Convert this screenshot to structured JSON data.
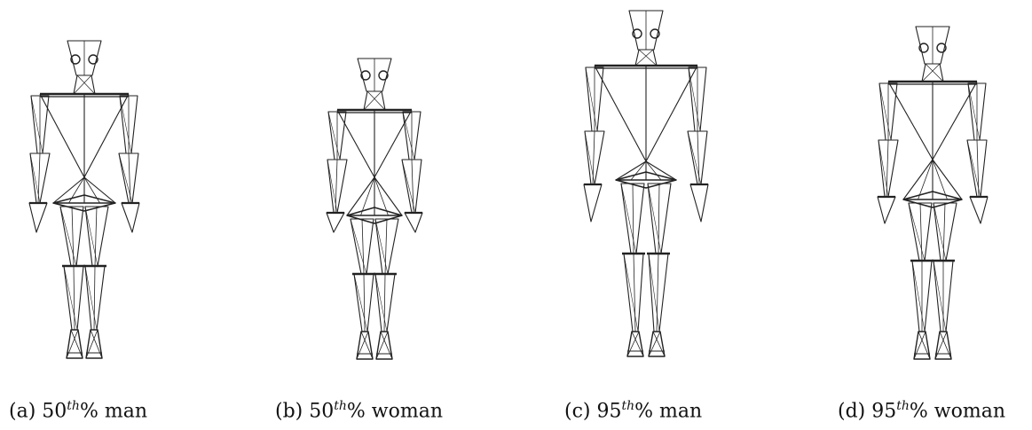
{
  "panels": [
    {
      "letter": "(a)",
      "percentile": "50",
      "suffix": "th",
      "label": "% man"
    },
    {
      "letter": "(b)",
      "percentile": "50",
      "suffix": "th",
      "label": "% woman"
    },
    {
      "letter": "(c)",
      "percentile": "95",
      "suffix": "th",
      "label": "% man"
    },
    {
      "letter": "(d)",
      "percentile": "95",
      "suffix": "th",
      "label": "% woman"
    }
  ],
  "colors": {
    "stroke": "#222222",
    "background": "#ffffff"
  }
}
